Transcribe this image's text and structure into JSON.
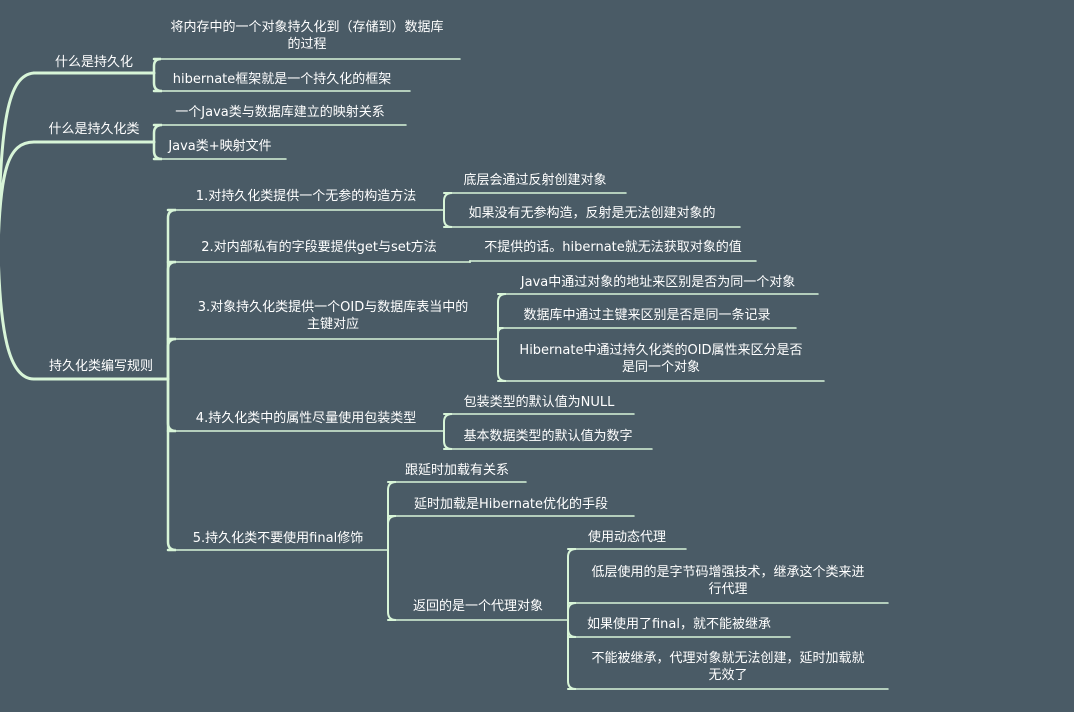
{
  "colors": {
    "background": "#4a5b66",
    "connector": "#d8f5d8",
    "text": "#ffffff"
  },
  "nodes": [
    {
      "id": "n1",
      "lines": [
        "什么是持久化"
      ]
    },
    {
      "id": "n11",
      "lines": [
        "将内存中的一个对象持久化到（存储到）数据库",
        "的过程"
      ]
    },
    {
      "id": "n12",
      "lines": [
        "hibernate框架就是一个持久化的框架"
      ]
    },
    {
      "id": "n2",
      "lines": [
        "什么是持久化类"
      ]
    },
    {
      "id": "n21",
      "lines": [
        "一个Java类与数据库建立的映射关系"
      ]
    },
    {
      "id": "n22",
      "lines": [
        "Java类+映射文件"
      ]
    },
    {
      "id": "n3",
      "lines": [
        "持久化类编写规则"
      ]
    },
    {
      "id": "r1",
      "lines": [
        "1.对持久化类提供一个无参的构造方法"
      ]
    },
    {
      "id": "r11",
      "lines": [
        "底层会通过反射创建对象"
      ]
    },
    {
      "id": "r12",
      "lines": [
        "如果没有无参构造，反射是无法创建对象的"
      ]
    },
    {
      "id": "r2",
      "lines": [
        "2.对内部私有的字段要提供get与set方法"
      ]
    },
    {
      "id": "r21",
      "lines": [
        "不提供的话。hibernate就无法获取对象的值"
      ]
    },
    {
      "id": "r3",
      "lines": [
        "3.对象持久化类提供一个OID与数据库表当中的",
        "主键对应"
      ]
    },
    {
      "id": "r31",
      "lines": [
        "Java中通过对象的地址来区别是否为同一个对象"
      ]
    },
    {
      "id": "r32",
      "lines": [
        "数据库中通过主键来区别是否是同一条记录"
      ]
    },
    {
      "id": "r33",
      "lines": [
        "Hibernate中通过持久化类的OID属性来区分是否",
        "是同一个对象"
      ]
    },
    {
      "id": "r4",
      "lines": [
        "4.持久化类中的属性尽量使用包装类型"
      ]
    },
    {
      "id": "r41",
      "lines": [
        "包装类型的默认值为NULL"
      ]
    },
    {
      "id": "r42",
      "lines": [
        "基本数据类型的默认值为数字"
      ]
    },
    {
      "id": "r5",
      "lines": [
        "5.持久化类不要使用final修饰"
      ]
    },
    {
      "id": "r51",
      "lines": [
        "跟延时加载有关系"
      ]
    },
    {
      "id": "r52",
      "lines": [
        "延时加载是Hibernate优化的手段"
      ]
    },
    {
      "id": "r53",
      "lines": [
        "返回的是一个代理对象"
      ]
    },
    {
      "id": "r531",
      "lines": [
        "使用动态代理"
      ]
    },
    {
      "id": "r532",
      "lines": [
        "低层使用的是字节码增强技术，继承这个类来进",
        "行代理"
      ]
    },
    {
      "id": "r533",
      "lines": [
        "如果使用了final，就不能被继承"
      ]
    },
    {
      "id": "r534",
      "lines": [
        "不能被继承，代理对象就无法创建，延时加载就",
        "无效了"
      ]
    }
  ]
}
